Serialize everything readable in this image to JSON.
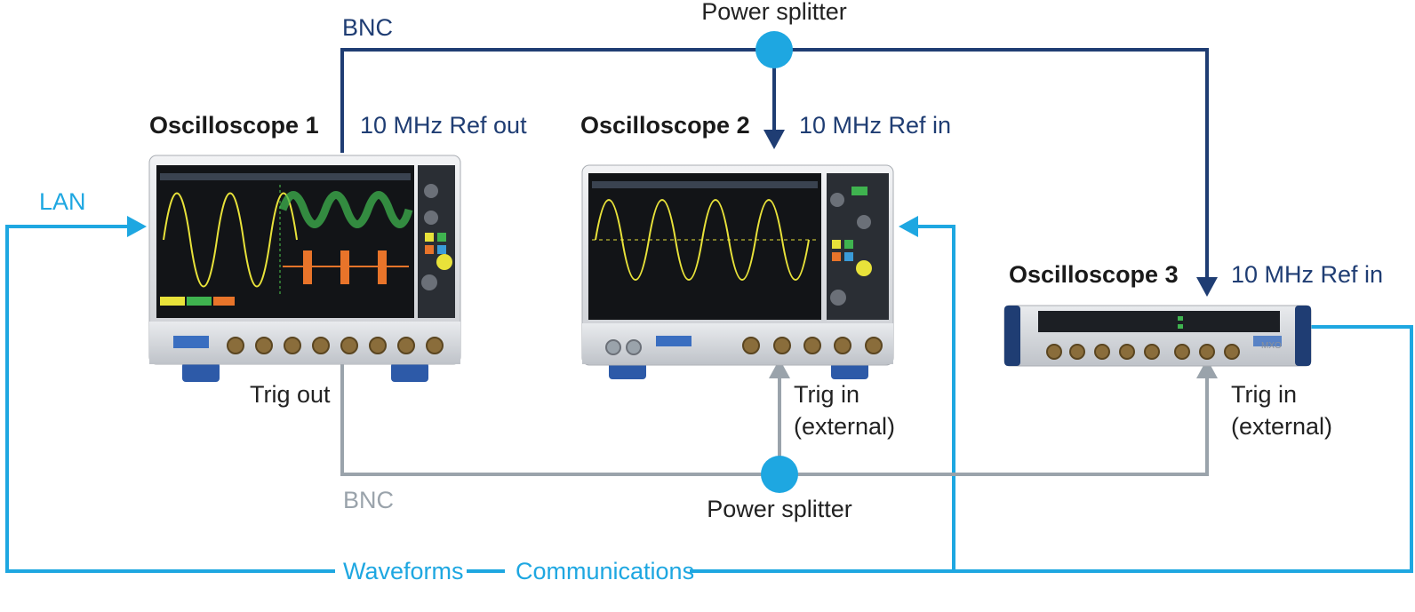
{
  "colors": {
    "navy": "#1f3d73",
    "cyan": "#1ea7e1",
    "grey": "#9aa3ab",
    "text": "#1a1a1a"
  },
  "devices": [
    {
      "title": "Oscilloscope 1",
      "port_label": "10 MHz Ref out",
      "trig_label": "Trig out"
    },
    {
      "title": "Oscilloscope 2",
      "port_label": "10 MHz Ref in",
      "trig_label_1": "Trig in",
      "trig_label_2": "(external)"
    },
    {
      "title": "Oscilloscope 3",
      "port_label": "10 MHz Ref in",
      "trig_label_1": "Trig in",
      "trig_label_2": "(external)",
      "brand_mark": "MXO"
    }
  ],
  "ref_bus": {
    "cable_label": "BNC",
    "splitter_label": "Power splitter"
  },
  "trig_bus": {
    "cable_label": "BNC",
    "splitter_label": "Power splitter"
  },
  "lan": {
    "label": "LAN",
    "waveforms_label": "Waveforms",
    "communications_label": "Communications"
  }
}
